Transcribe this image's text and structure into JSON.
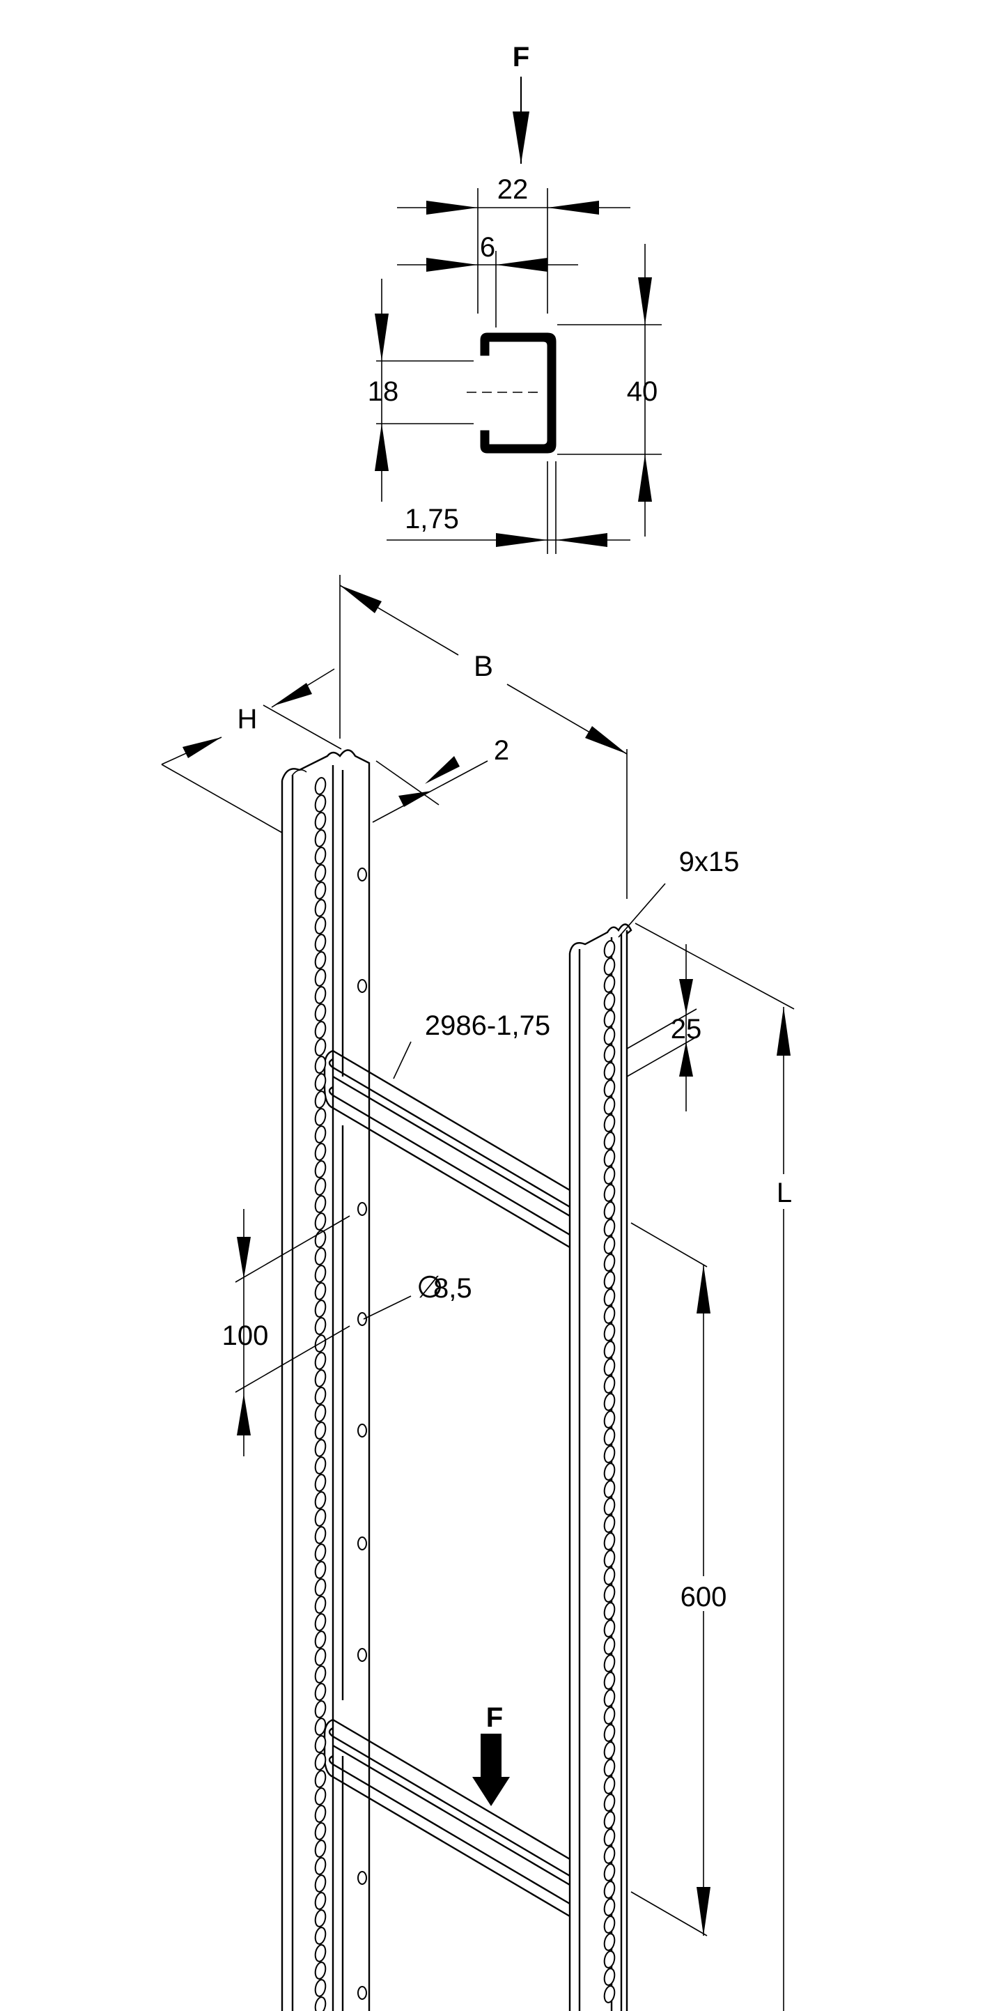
{
  "labels": {
    "force_top": "F",
    "width_22": "22",
    "lip_6": "6",
    "opening_18": "18",
    "height_40": "40",
    "thickness_175": "1,75",
    "width_b": "B",
    "height_h": "H",
    "dim_2": "2",
    "slot_9x15": "9x15",
    "rung_length": "2986-1,75",
    "dim_25": "25",
    "length_l": "L",
    "pitch_100": "100",
    "hole_dia": "8,5",
    "diameter_symbol": "∅",
    "rung_spacing_600": "600",
    "force_rung": "F"
  },
  "colors": {
    "line": "#000000",
    "background": "#ffffff"
  }
}
